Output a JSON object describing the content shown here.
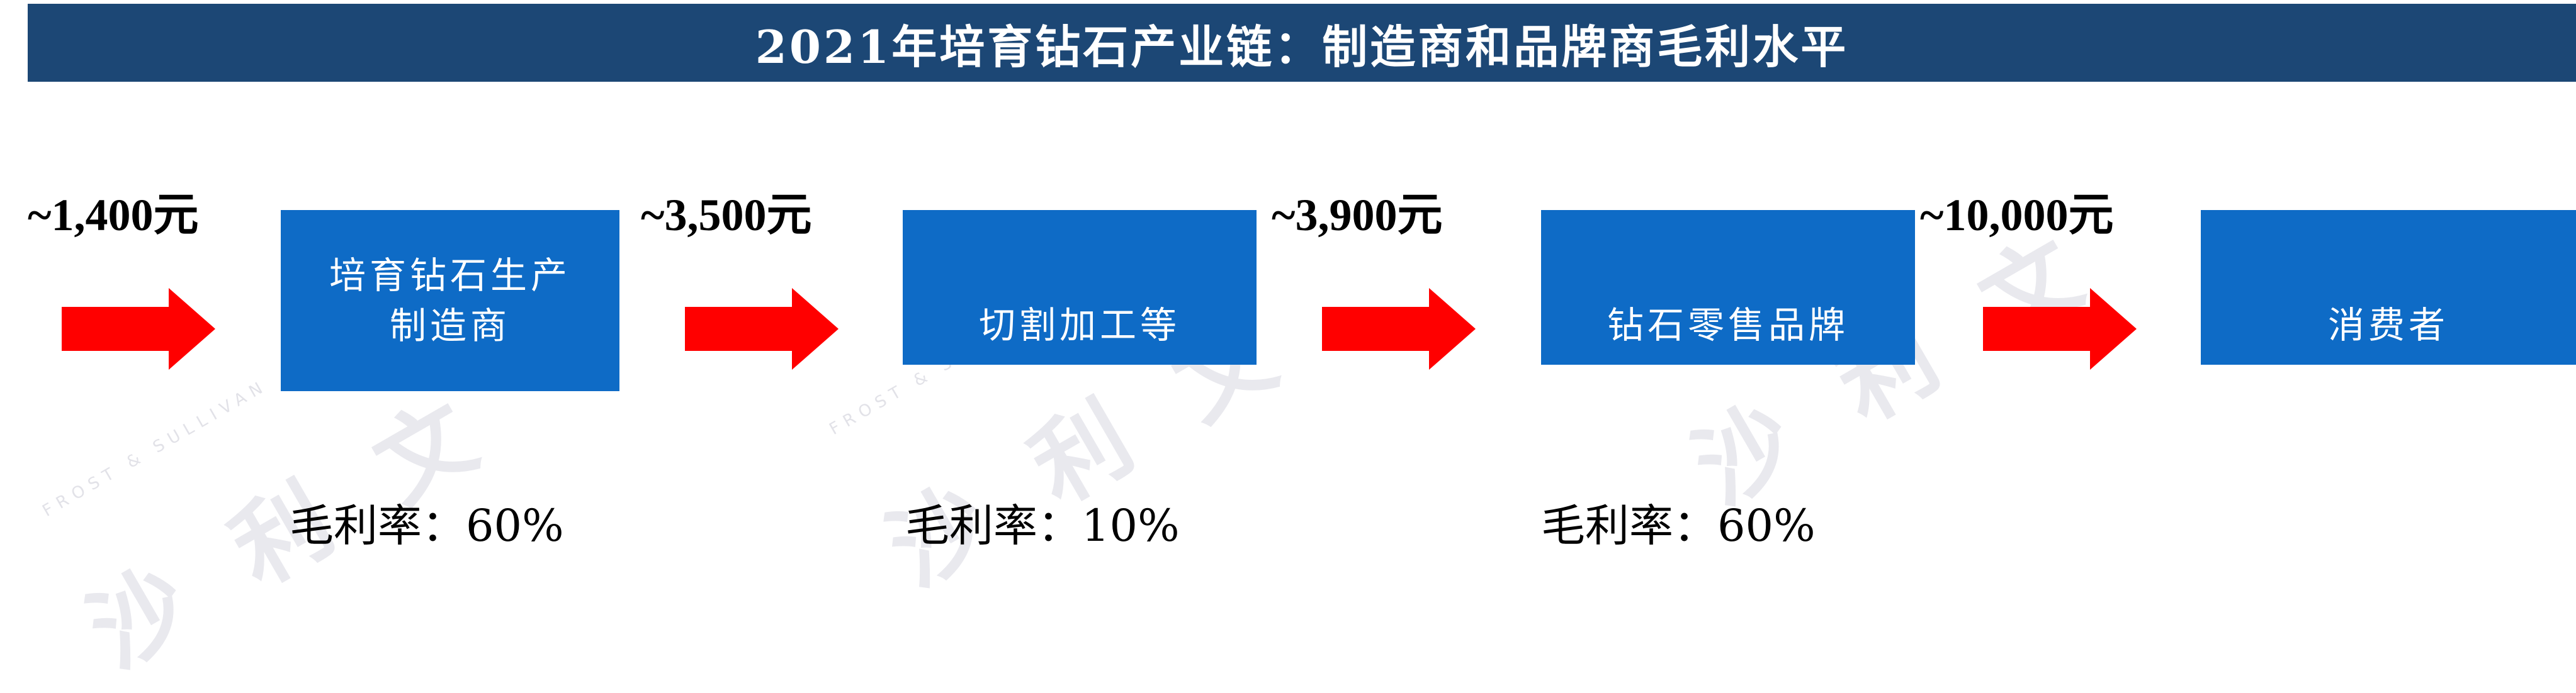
{
  "title": "2021年培育钻石产业链：制造商和品牌商毛利水平",
  "watermark": {
    "brand_cn": "沙 利 文",
    "brand_en": "FROST & SULLIVAN"
  },
  "prices": [
    {
      "text": "~1,400元"
    },
    {
      "text": "~3,500元"
    },
    {
      "text": "~3,900元"
    },
    {
      "text": "~10,000元"
    }
  ],
  "stages": [
    {
      "label": "培育钻石生产\n制造商"
    },
    {
      "label": "切割加工等"
    },
    {
      "label": "钻石零售品牌"
    },
    {
      "label": "消费者"
    }
  ],
  "margins": [
    {
      "text": "毛利率：60%"
    },
    {
      "text": "毛利率：10%"
    },
    {
      "text": "毛利率：60%"
    }
  ],
  "colors": {
    "title_bar": "#1c4775",
    "box": "#0e6bc6",
    "arrow": "#ff0000"
  },
  "icons": {
    "arrow": "right-arrow-icon"
  }
}
